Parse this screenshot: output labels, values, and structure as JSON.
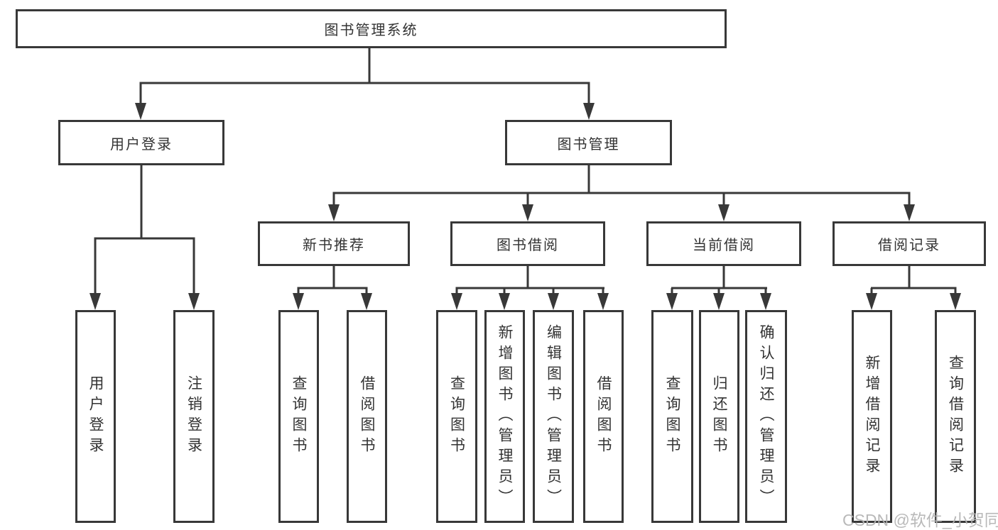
{
  "diagram": {
    "root": {
      "label": "图书管理系统"
    },
    "level2": [
      {
        "label": "用户登录"
      },
      {
        "label": "图书管理"
      }
    ],
    "level3": [
      {
        "label": "新书推荐"
      },
      {
        "label": "图书借阅"
      },
      {
        "label": "当前借阅"
      },
      {
        "label": "借阅记录"
      }
    ],
    "leaves": {
      "user_login": [
        {
          "label": "用户登录"
        },
        {
          "label": "注销登录"
        }
      ],
      "new_book_recommend": [
        {
          "label": "查询图书"
        },
        {
          "label": "借阅图书"
        }
      ],
      "book_borrowing": [
        {
          "label": "查询图书"
        },
        {
          "label": "新增图书（管理员）"
        },
        {
          "label": "编辑图书（管理员）"
        },
        {
          "label": "借阅图书"
        }
      ],
      "current_borrowing": [
        {
          "label": "查询图书"
        },
        {
          "label": "归还图书"
        },
        {
          "label": "确认归还（管理员）"
        }
      ],
      "borrowing_records": [
        {
          "label": "新增借阅记录"
        },
        {
          "label": "查询借阅记录"
        }
      ]
    },
    "colors": {
      "line": "#383838",
      "box_border": "#383838",
      "text": "#333333",
      "background": "#ffffff",
      "watermark": "#b4b4b4"
    }
  },
  "watermark": {
    "text": "CSDN @软件_小贺同学"
  }
}
